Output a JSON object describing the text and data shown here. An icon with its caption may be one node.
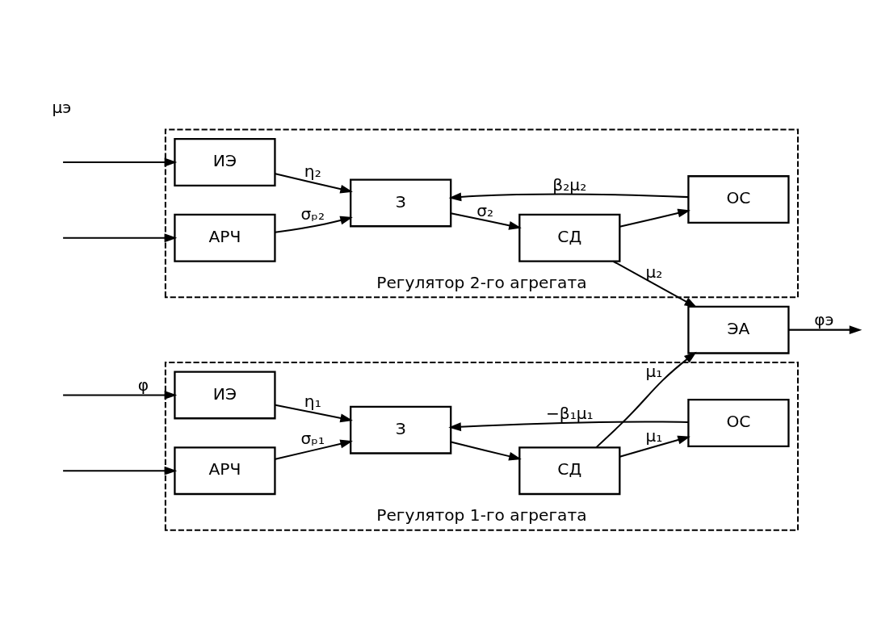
{
  "diagram": {
    "nodes": [
      {
        "text": [
          "Регулятор 1-го агрегата"
        ]
      },
      {
        "text": [
          "ИЭ"
        ],
        "in": 0
      },
      {
        "text": [
          "АРЧ"
        ],
        "in": 0
      },
      {
        "text": [
          "З"
        ],
        "in": 0
      },
      {
        "text": [
          "СД"
        ],
        "in": 0
      },
      {
        "text": [
          "ОС"
        ],
        "in": 0
      },
      {
        "text": [
          "Регулятор 2-го агрегата"
        ]
      },
      {
        "text": [
          "ИЭ"
        ],
        "in": 6
      },
      {
        "text": [
          "АРЧ"
        ],
        "in": 6
      },
      {
        "text": [
          "З"
        ],
        "in": 6
      },
      {
        "text": [
          "СД"
        ],
        "in": 6
      },
      {
        "text": [
          "ОС"
        ],
        "in": 6
      },
      {
        "text": [
          "ЭА"
        ]
      }
    ],
    "edges": [
      {
        "from": null,
        "to": 1,
        "arrow": "to",
        "label": "φ"
      },
      {
        "from": null,
        "to": 2,
        "arrow": "to"
      },
      {
        "from": null,
        "to": 7,
        "arrow": "to"
      },
      {
        "from": null,
        "to": 8,
        "arrow": "to"
      },
      {
        "from": 1,
        "to": 3,
        "arrow": "to",
        "label": "η₁"
      },
      {
        "from": 2,
        "to": 3,
        "arrow": "to",
        "label": "σₚ₁"
      },
      {
        "from": 5,
        "to": 3,
        "arrow": "to",
        "label": "−β₁μ₁"
      },
      {
        "from": 3,
        "to": 4,
        "arrow": "to"
      },
      {
        "from": 4,
        "to": 5,
        "arrow": "to",
        "label": "μ₁"
      },
      {
        "from": 4,
        "to": 12,
        "arrow": "to",
        "label": "μ₁"
      },
      {
        "from": 7,
        "to": 9,
        "arrow": "to",
        "label": "η₂"
      },
      {
        "from": 8,
        "to": 9,
        "arrow": "to",
        "label": "σₚ₂"
      },
      {
        "from": 11,
        "to": 9,
        "arrow": "to",
        "label": "β₂μ₂"
      },
      {
        "from": 9,
        "to": 10,
        "arrow": "to",
        "label": "σ₂"
      },
      {
        "from": 10,
        "to": 11,
        "arrow": "to"
      },
      {
        "from": 10,
        "to": 12,
        "arrow": "to",
        "label": "μ₂"
      },
      {
        "from": 12,
        "to": null,
        "arrow": "to",
        "label": "φэ"
      }
    ],
    "labels": [
      "μэ"
    ]
  }
}
